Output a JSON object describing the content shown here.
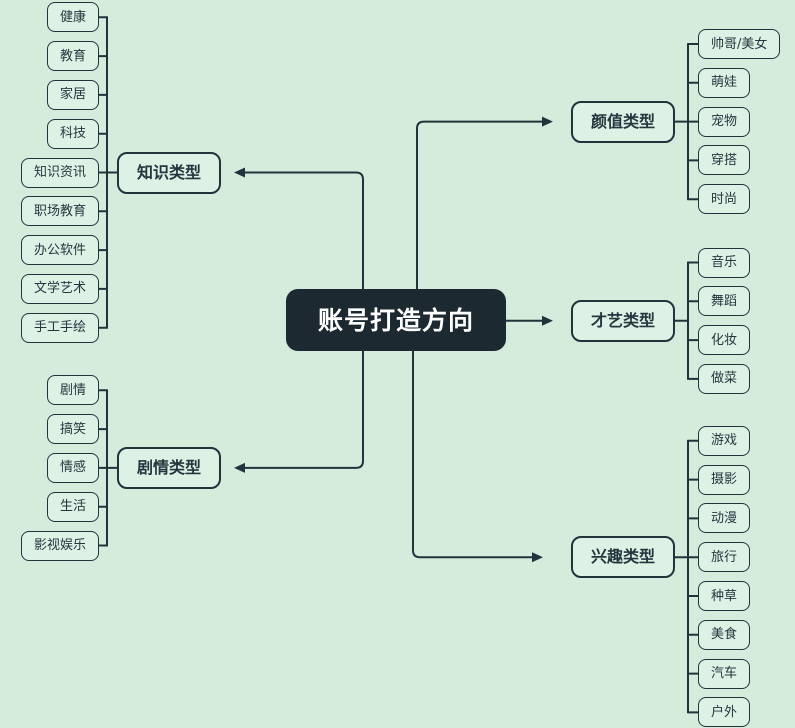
{
  "root": {
    "label": "账号打造方向"
  },
  "branches": [
    {
      "id": "knowledge-type",
      "label": "知识类型",
      "children": [
        "健康",
        "教育",
        "家居",
        "科技",
        "知识资讯",
        "职场教育",
        "办公软件",
        "文学艺术",
        "手工手绘"
      ]
    },
    {
      "id": "plot-type",
      "label": "剧情类型",
      "children": [
        "剧情",
        "搞笑",
        "情感",
        "生活",
        "影视娱乐"
      ]
    },
    {
      "id": "looks-type",
      "label": "颜值类型",
      "children": [
        "帅哥/美女",
        "萌娃",
        "宠物",
        "穿搭",
        "时尚"
      ]
    },
    {
      "id": "talent-type",
      "label": "才艺类型",
      "children": [
        "音乐",
        "舞蹈",
        "化妆",
        "做菜"
      ]
    },
    {
      "id": "interest-type",
      "label": "兴趣类型",
      "children": [
        "游戏",
        "摄影",
        "动漫",
        "旅行",
        "种草",
        "美食",
        "汽车",
        "户外"
      ]
    }
  ],
  "colors": {
    "background": "#d5ecdc",
    "node_fill": "#def1e5",
    "node_border": "#22333b",
    "node_text": "#25373e",
    "root_fill": "#1c2931",
    "root_text": "#ffffff",
    "connector": "#22333b"
  }
}
